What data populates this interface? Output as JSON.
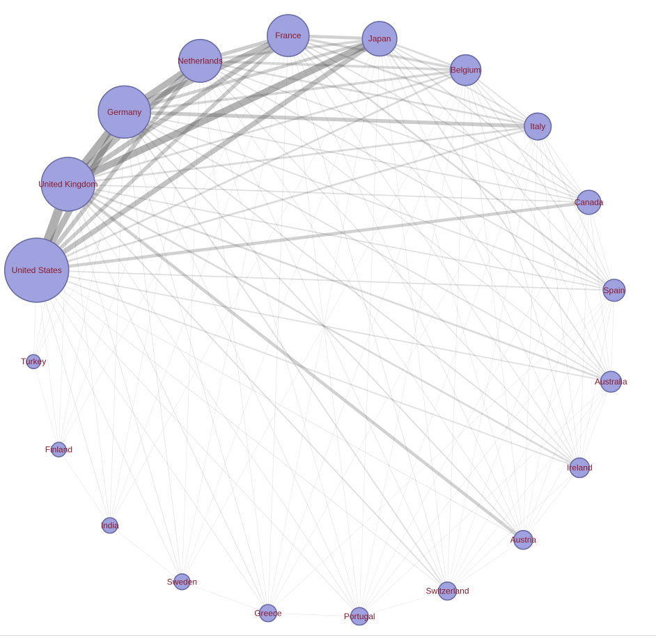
{
  "graph": {
    "type": "chord-network",
    "colors": {
      "node_fill": "#a0a2e0",
      "node_stroke": "#6a6aa6",
      "label": "#8b1a2a",
      "edge": "#555555"
    },
    "nodes": [
      {
        "id": "us",
        "label": "United States",
        "weight": 100
      },
      {
        "id": "uk",
        "label": "United Kingdom",
        "weight": 66
      },
      {
        "id": "de",
        "label": "Germany",
        "weight": 62
      },
      {
        "id": "nl",
        "label": "Netherlands",
        "weight": 38
      },
      {
        "id": "fr",
        "label": "France",
        "weight": 36
      },
      {
        "id": "jp",
        "label": "Japan",
        "weight": 22
      },
      {
        "id": "be",
        "label": "Belgium",
        "weight": 16
      },
      {
        "id": "it",
        "label": "Italy",
        "weight": 11
      },
      {
        "id": "ca",
        "label": "Canada",
        "weight": 8
      },
      {
        "id": "es",
        "label": "Spain",
        "weight": 6
      },
      {
        "id": "au",
        "label": "Australia",
        "weight": 5
      },
      {
        "id": "ie",
        "label": "Ireland",
        "weight": 4
      },
      {
        "id": "at",
        "label": "Austria",
        "weight": 3.5
      },
      {
        "id": "ch",
        "label": "Switzerland",
        "weight": 3
      },
      {
        "id": "pt",
        "label": "Portugal",
        "weight": 2.7
      },
      {
        "id": "gr",
        "label": "Greece",
        "weight": 2.5
      },
      {
        "id": "se",
        "label": "Sweden",
        "weight": 1.8
      },
      {
        "id": "in",
        "label": "India",
        "weight": 1.6
      },
      {
        "id": "fi",
        "label": "Finland",
        "weight": 1.2
      },
      {
        "id": "tr",
        "label": "Turkey",
        "weight": 1
      }
    ],
    "edges": [
      [
        "us",
        "uk",
        14
      ],
      [
        "us",
        "de",
        10
      ],
      [
        "us",
        "nl",
        7
      ],
      [
        "us",
        "fr",
        6
      ],
      [
        "us",
        "jp",
        8
      ],
      [
        "us",
        "be",
        3
      ],
      [
        "us",
        "it",
        3
      ],
      [
        "us",
        "ca",
        5
      ],
      [
        "us",
        "es",
        2
      ],
      [
        "us",
        "au",
        2
      ],
      [
        "us",
        "ie",
        2
      ],
      [
        "us",
        "at",
        1
      ],
      [
        "us",
        "ch",
        1
      ],
      [
        "us",
        "pt",
        1
      ],
      [
        "us",
        "gr",
        1
      ],
      [
        "us",
        "se",
        1
      ],
      [
        "us",
        "in",
        1
      ],
      [
        "us",
        "fi",
        0.6
      ],
      [
        "us",
        "tr",
        0.6
      ],
      [
        "uk",
        "de",
        12
      ],
      [
        "uk",
        "nl",
        9
      ],
      [
        "uk",
        "fr",
        8
      ],
      [
        "uk",
        "jp",
        11
      ],
      [
        "uk",
        "be",
        3
      ],
      [
        "uk",
        "it",
        3
      ],
      [
        "uk",
        "ca",
        2
      ],
      [
        "uk",
        "es",
        2
      ],
      [
        "uk",
        "au",
        3
      ],
      [
        "uk",
        "ie",
        3
      ],
      [
        "uk",
        "at",
        5
      ],
      [
        "uk",
        "ch",
        2
      ],
      [
        "uk",
        "pt",
        1
      ],
      [
        "uk",
        "gr",
        1.2
      ],
      [
        "uk",
        "se",
        1
      ],
      [
        "uk",
        "in",
        0.8
      ],
      [
        "uk",
        "fi",
        0.5
      ],
      [
        "uk",
        "tr",
        0.5
      ],
      [
        "de",
        "nl",
        10
      ],
      [
        "de",
        "fr",
        9
      ],
      [
        "de",
        "jp",
        5
      ],
      [
        "de",
        "be",
        4
      ],
      [
        "de",
        "it",
        6
      ],
      [
        "de",
        "ca",
        2
      ],
      [
        "de",
        "es",
        2
      ],
      [
        "de",
        "au",
        2
      ],
      [
        "de",
        "ie",
        2
      ],
      [
        "de",
        "at",
        2
      ],
      [
        "de",
        "ch",
        2
      ],
      [
        "de",
        "pt",
        1
      ],
      [
        "de",
        "gr",
        1
      ],
      [
        "de",
        "se",
        1
      ],
      [
        "de",
        "in",
        0.8
      ],
      [
        "de",
        "fi",
        0.5
      ],
      [
        "de",
        "tr",
        0.5
      ],
      [
        "nl",
        "fr",
        6
      ],
      [
        "nl",
        "jp",
        4
      ],
      [
        "nl",
        "be",
        4
      ],
      [
        "nl",
        "it",
        3
      ],
      [
        "nl",
        "ca",
        2
      ],
      [
        "nl",
        "es",
        2
      ],
      [
        "nl",
        "au",
        1.5
      ],
      [
        "nl",
        "ie",
        1.5
      ],
      [
        "nl",
        "at",
        1
      ],
      [
        "nl",
        "ch",
        1
      ],
      [
        "nl",
        "pt",
        0.8
      ],
      [
        "nl",
        "gr",
        0.8
      ],
      [
        "nl",
        "se",
        0.6
      ],
      [
        "nl",
        "in",
        0.5
      ],
      [
        "nl",
        "fi",
        0.4
      ],
      [
        "nl",
        "tr",
        0.4
      ],
      [
        "fr",
        "jp",
        5
      ],
      [
        "fr",
        "be",
        4
      ],
      [
        "fr",
        "it",
        3
      ],
      [
        "fr",
        "ca",
        2
      ],
      [
        "fr",
        "es",
        3
      ],
      [
        "fr",
        "au",
        1.5
      ],
      [
        "fr",
        "ie",
        1.2
      ],
      [
        "fr",
        "at",
        1
      ],
      [
        "fr",
        "ch",
        1
      ],
      [
        "fr",
        "pt",
        0.8
      ],
      [
        "fr",
        "gr",
        0.8
      ],
      [
        "fr",
        "se",
        0.6
      ],
      [
        "fr",
        "in",
        0.5
      ],
      [
        "fr",
        "fi",
        0.4
      ],
      [
        "jp",
        "be",
        3
      ],
      [
        "jp",
        "it",
        2
      ],
      [
        "jp",
        "ca",
        2
      ],
      [
        "jp",
        "es",
        1.5
      ],
      [
        "jp",
        "au",
        2
      ],
      [
        "jp",
        "ie",
        1
      ],
      [
        "jp",
        "at",
        0.8
      ],
      [
        "jp",
        "ch",
        0.8
      ],
      [
        "jp",
        "pt",
        0.5
      ],
      [
        "jp",
        "gr",
        0.5
      ],
      [
        "jp",
        "se",
        0.4
      ],
      [
        "jp",
        "in",
        0.4
      ],
      [
        "be",
        "it",
        2
      ],
      [
        "be",
        "ca",
        1.5
      ],
      [
        "be",
        "es",
        1.5
      ],
      [
        "be",
        "au",
        1
      ],
      [
        "be",
        "ie",
        1
      ],
      [
        "be",
        "at",
        0.8
      ],
      [
        "be",
        "ch",
        0.8
      ],
      [
        "be",
        "pt",
        0.5
      ],
      [
        "be",
        "gr",
        0.5
      ],
      [
        "be",
        "se",
        0.4
      ],
      [
        "it",
        "ca",
        1
      ],
      [
        "it",
        "es",
        1.2
      ],
      [
        "it",
        "au",
        0.8
      ],
      [
        "it",
        "ie",
        0.8
      ],
      [
        "it",
        "at",
        0.6
      ],
      [
        "it",
        "ch",
        0.6
      ],
      [
        "it",
        "pt",
        0.4
      ],
      [
        "it",
        "gr",
        0.4
      ],
      [
        "ca",
        "es",
        0.8
      ],
      [
        "ca",
        "au",
        0.8
      ],
      [
        "ca",
        "ie",
        0.6
      ],
      [
        "ca",
        "at",
        0.4
      ],
      [
        "ca",
        "ch",
        0.4
      ],
      [
        "ca",
        "pt",
        0.3
      ],
      [
        "es",
        "au",
        0.5
      ],
      [
        "es",
        "ie",
        0.5
      ],
      [
        "es",
        "at",
        0.4
      ],
      [
        "es",
        "ch",
        0.4
      ],
      [
        "es",
        "pt",
        0.5
      ],
      [
        "es",
        "gr",
        0.3
      ],
      [
        "au",
        "ie",
        0.4
      ],
      [
        "au",
        "at",
        0.3
      ],
      [
        "au",
        "ch",
        0.3
      ],
      [
        "au",
        "pt",
        0.3
      ],
      [
        "ie",
        "at",
        0.3
      ],
      [
        "ie",
        "ch",
        0.3
      ],
      [
        "at",
        "ch",
        0.3
      ],
      [
        "ch",
        "pt",
        0.2
      ],
      [
        "pt",
        "gr",
        0.2
      ],
      [
        "gr",
        "se",
        0.2
      ],
      [
        "se",
        "in",
        0.2
      ],
      [
        "in",
        "fi",
        0.2
      ],
      [
        "fi",
        "tr",
        0.2
      ]
    ]
  }
}
